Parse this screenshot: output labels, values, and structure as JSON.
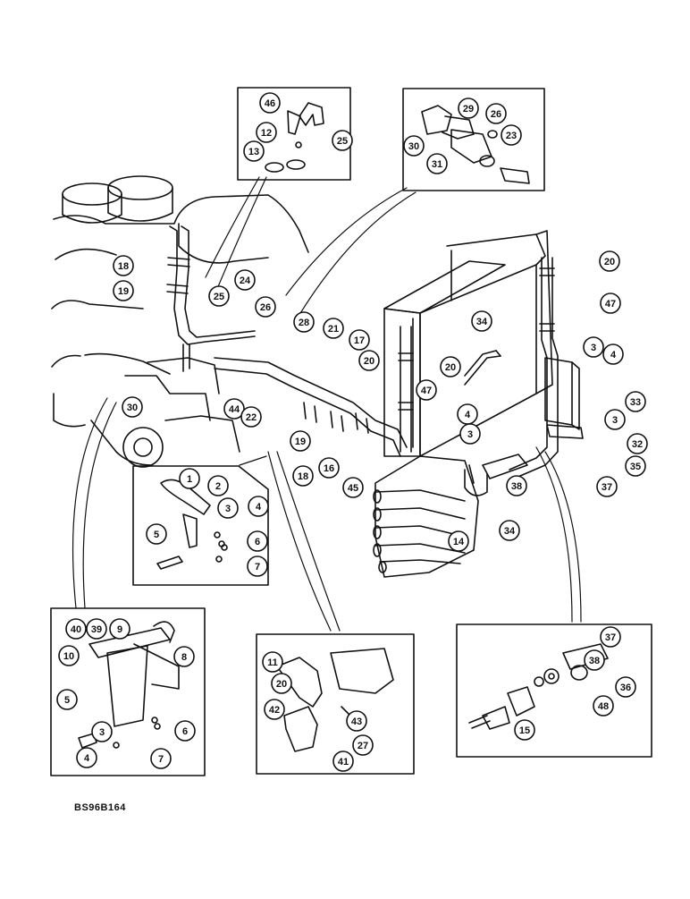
{
  "drawing_code": "BS96B164",
  "callouts": [
    {
      "label": "46"
    },
    {
      "label": "12"
    },
    {
      "label": "13"
    },
    {
      "label": "25"
    },
    {
      "label": "29"
    },
    {
      "label": "26"
    },
    {
      "label": "30"
    },
    {
      "label": "31"
    },
    {
      "label": "23"
    },
    {
      "label": "18"
    },
    {
      "label": "19"
    },
    {
      "label": "25"
    },
    {
      "label": "24"
    },
    {
      "label": "26"
    },
    {
      "label": "28"
    },
    {
      "label": "21"
    },
    {
      "label": "17"
    },
    {
      "label": "20"
    },
    {
      "label": "30"
    },
    {
      "label": "44"
    },
    {
      "label": "22"
    },
    {
      "label": "19"
    },
    {
      "label": "18"
    },
    {
      "label": "16"
    },
    {
      "label": "45"
    },
    {
      "label": "20"
    },
    {
      "label": "47"
    },
    {
      "label": "20"
    },
    {
      "label": "47"
    },
    {
      "label": "34"
    },
    {
      "label": "3"
    },
    {
      "label": "4"
    },
    {
      "label": "33"
    },
    {
      "label": "3"
    },
    {
      "label": "4"
    },
    {
      "label": "3"
    },
    {
      "label": "32"
    },
    {
      "label": "35"
    },
    {
      "label": "37"
    },
    {
      "label": "38"
    },
    {
      "label": "34"
    },
    {
      "label": "14"
    },
    {
      "label": "1"
    },
    {
      "label": "2"
    },
    {
      "label": "3"
    },
    {
      "label": "4"
    },
    {
      "label": "5"
    },
    {
      "label": "6"
    },
    {
      "label": "7"
    },
    {
      "label": "40"
    },
    {
      "label": "39"
    },
    {
      "label": "9"
    },
    {
      "label": "8"
    },
    {
      "label": "10"
    },
    {
      "label": "5"
    },
    {
      "label": "3"
    },
    {
      "label": "6"
    },
    {
      "label": "4"
    },
    {
      "label": "7"
    },
    {
      "label": "11"
    },
    {
      "label": "20"
    },
    {
      "label": "42"
    },
    {
      "label": "43"
    },
    {
      "label": "27"
    },
    {
      "label": "41"
    },
    {
      "label": "37"
    },
    {
      "label": "38"
    },
    {
      "label": "36"
    },
    {
      "label": "48"
    },
    {
      "label": "15"
    }
  ]
}
